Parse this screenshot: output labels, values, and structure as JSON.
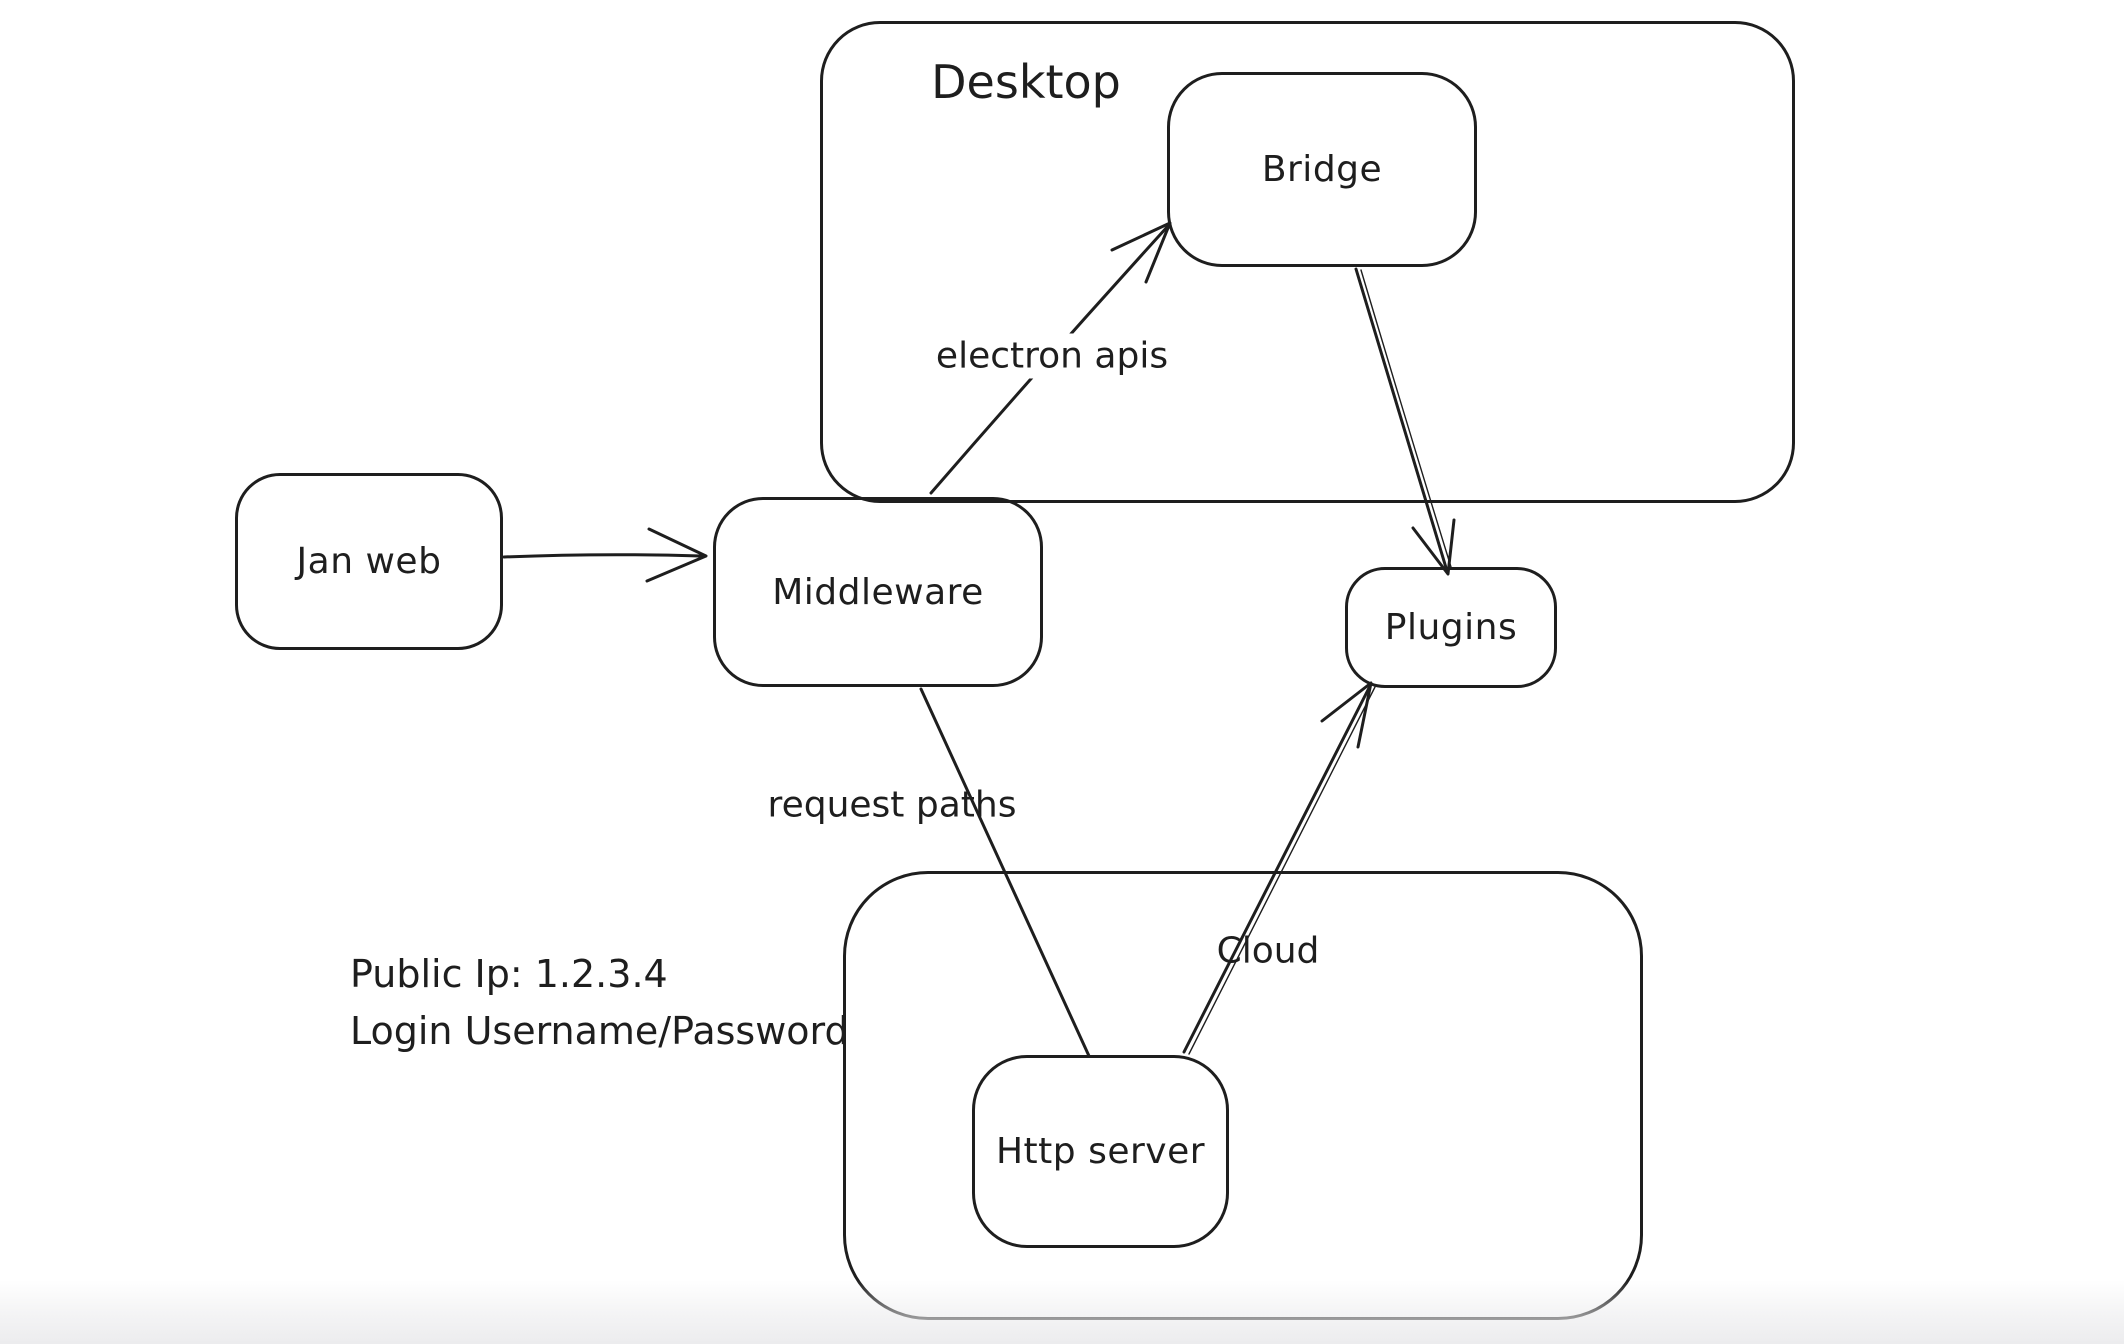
{
  "canvas": {
    "background": "#ffffff",
    "stroke_color": "#1e1e1e",
    "style": "hand-drawn whiteboard diagram"
  },
  "containers": {
    "desktop": {
      "label": "Desktop"
    },
    "cloud": {
      "label": "Cloud"
    }
  },
  "nodes": {
    "jan_web": {
      "label": "Jan web"
    },
    "middleware": {
      "label": "Middleware"
    },
    "bridge": {
      "label": "Bridge"
    },
    "plugins": {
      "label": "Plugins"
    },
    "http_server": {
      "label": "Http server"
    }
  },
  "edges": [
    {
      "id": "jan_web-to-middleware",
      "from": "Jan web",
      "to": "Middleware",
      "label": "",
      "arrowhead": "end"
    },
    {
      "id": "middleware-to-bridge",
      "from": "Middleware",
      "to": "Bridge",
      "label": "electron apis",
      "arrowhead": "end"
    },
    {
      "id": "bridge-to-plugins",
      "from": "Bridge",
      "to": "Plugins",
      "label": "",
      "arrowhead": "end"
    },
    {
      "id": "middleware-to-http_server",
      "from": "Middleware",
      "to": "Http server",
      "label": "request paths",
      "arrowhead": "none"
    },
    {
      "id": "http_server-to-plugins",
      "from": "Http server",
      "to": "Plugins",
      "label": "",
      "arrowhead": "end"
    }
  ],
  "note": {
    "line1": "Public Ip: 1.2.3.4",
    "line2": "Login Username/Password"
  }
}
